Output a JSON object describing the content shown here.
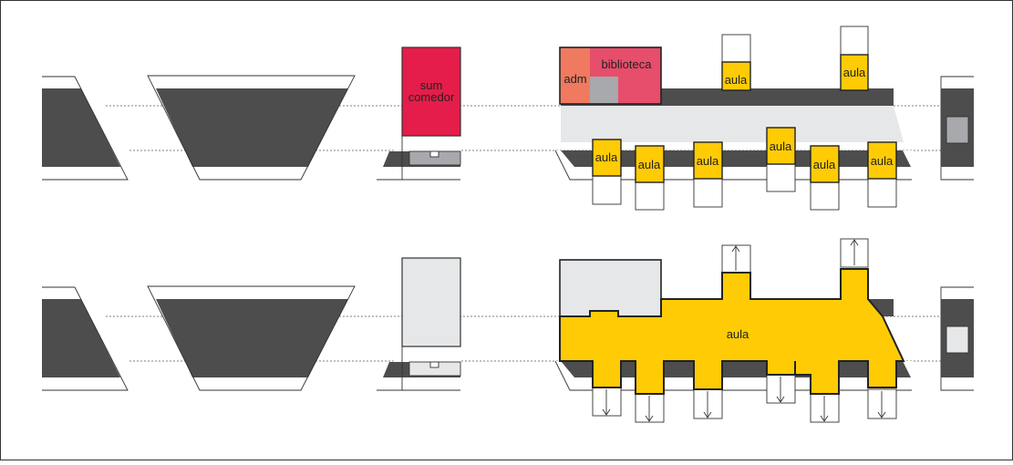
{
  "labels": {
    "sum_comedor_line1": "sum",
    "sum_comedor_line2": "comedor",
    "adm": "adm",
    "biblioteca": "biblioteca",
    "aula": "aula"
  },
  "colors": {
    "frame": "#333333",
    "dark_band": "#4d4d4d",
    "light_fill": "#e6e7e8",
    "mid_gray": "#a7a9ac",
    "sum_comedor": "#e41d4a",
    "biblioteca": "#e74e6b",
    "adm": "#ef7a60",
    "aula": "#ffcb05"
  }
}
